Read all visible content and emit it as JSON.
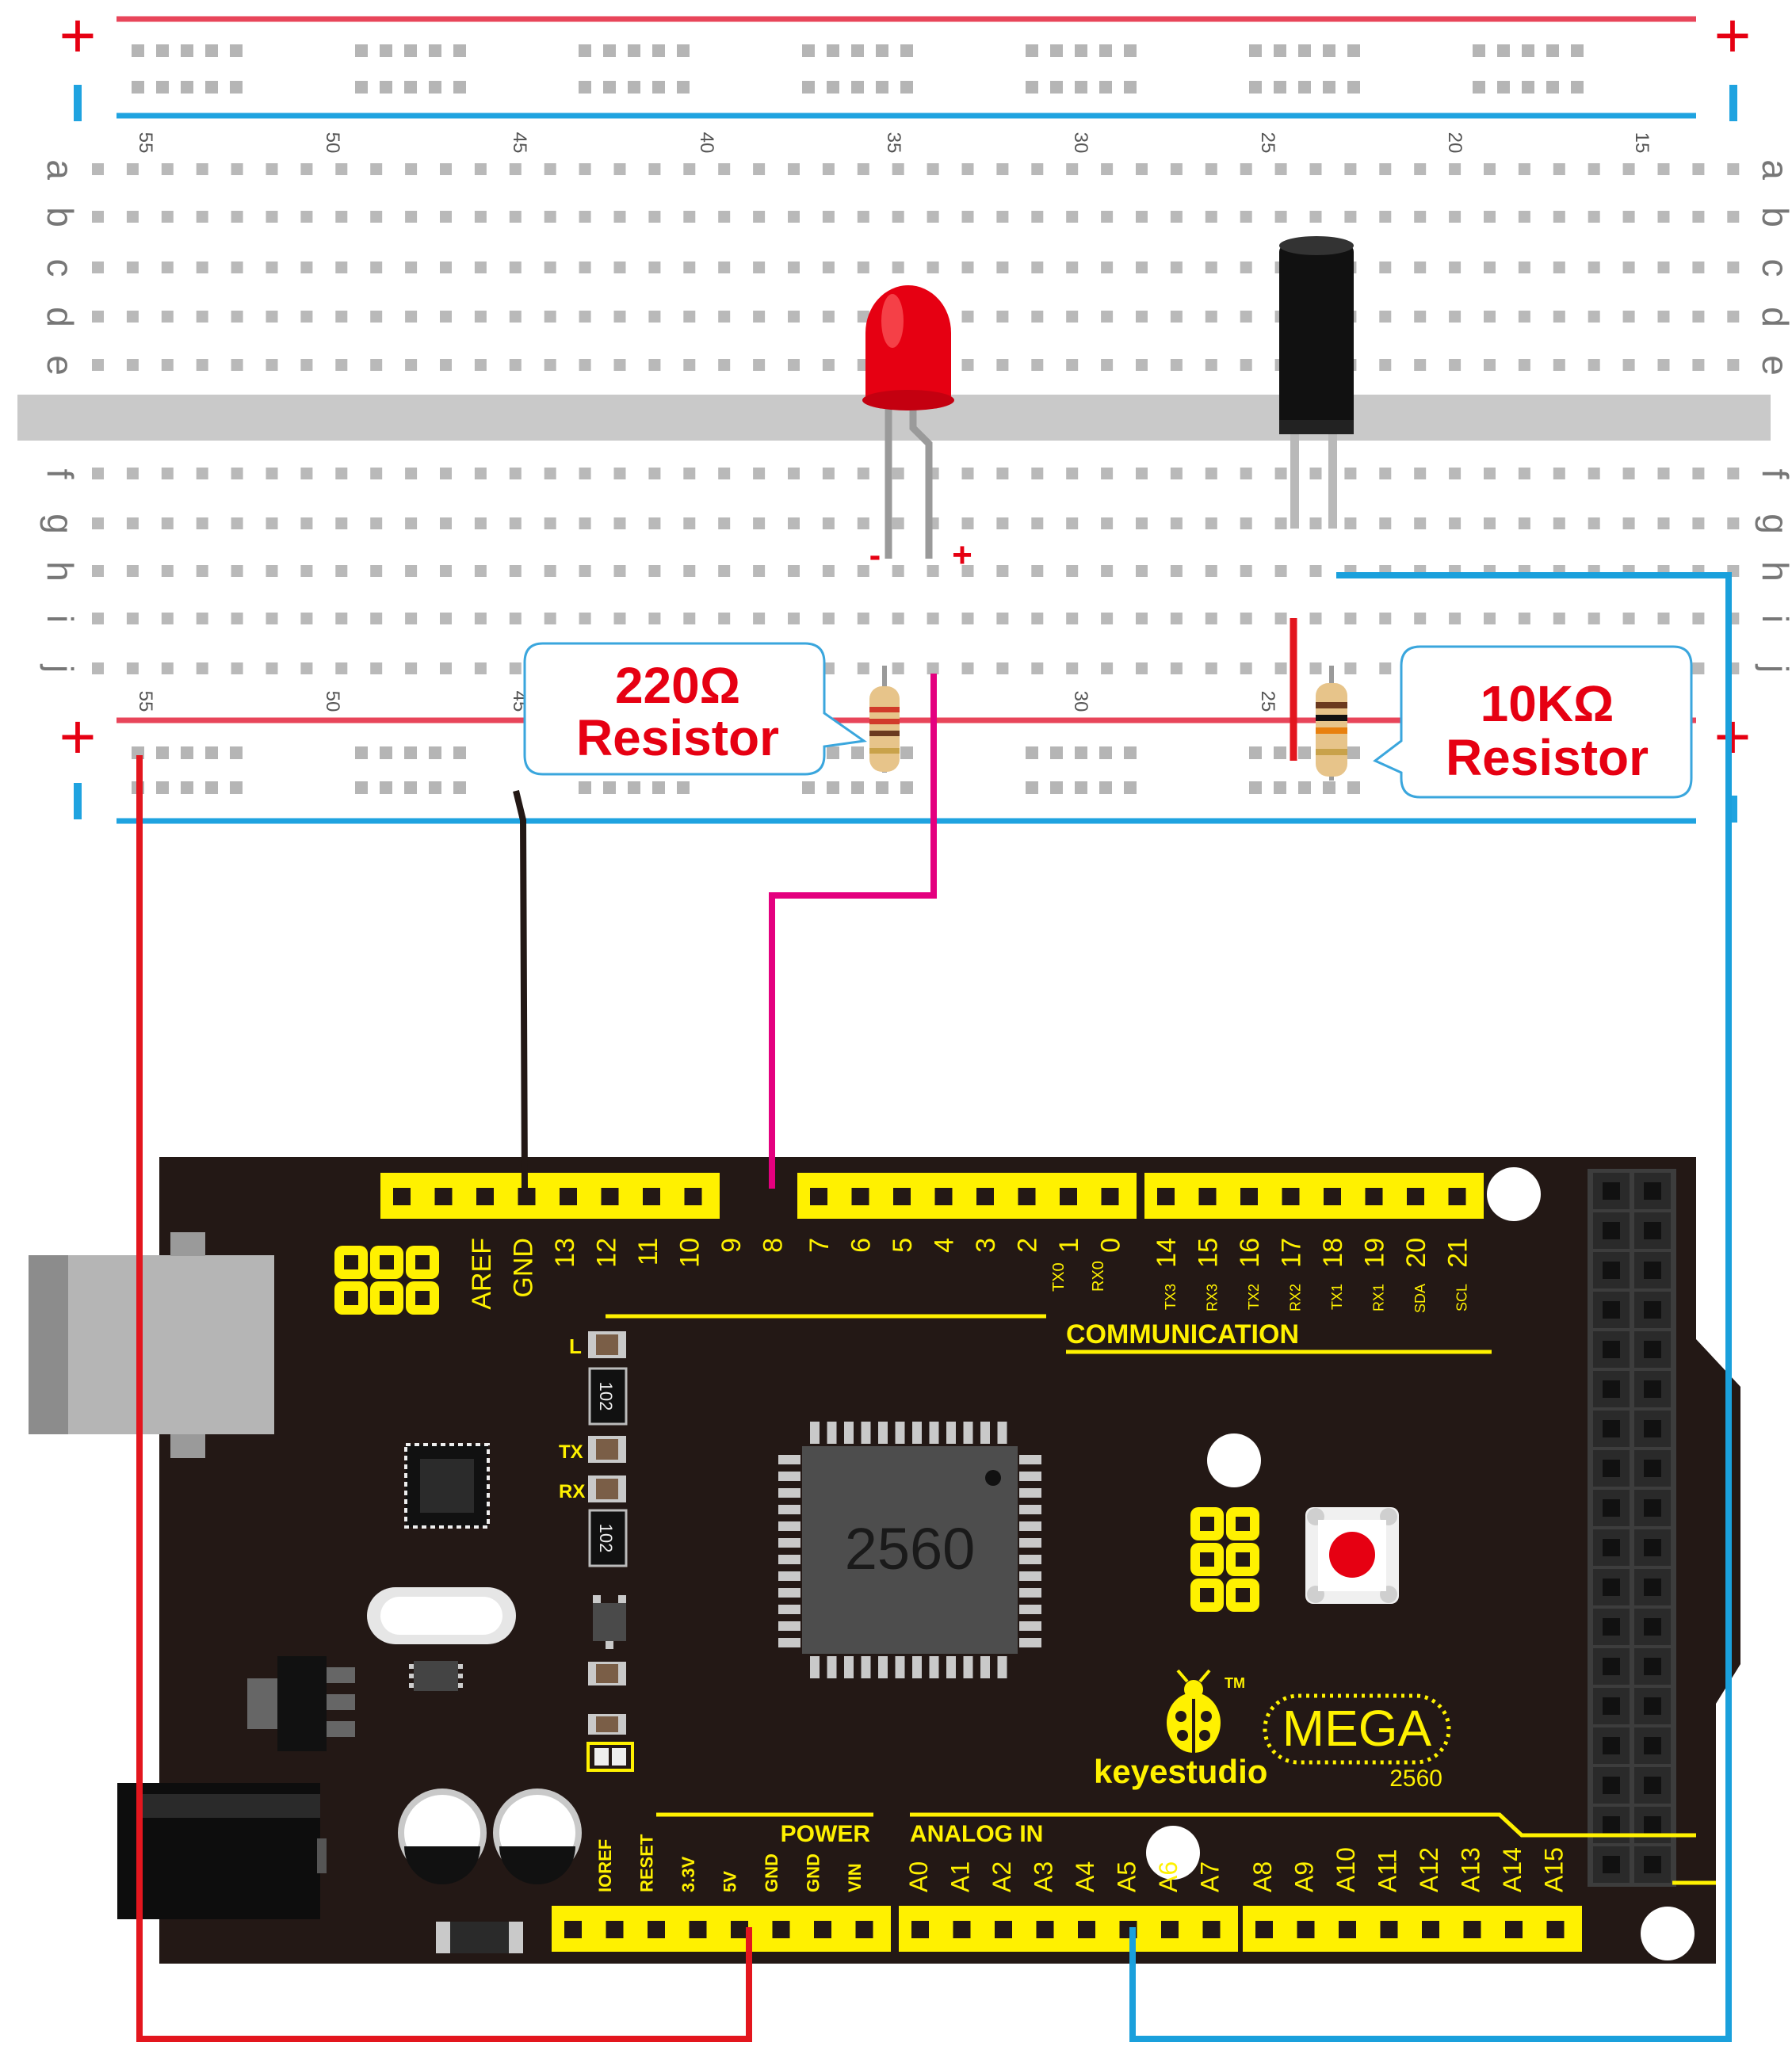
{
  "breadboard": {
    "rail_plus": "+",
    "rail_minus": "-",
    "rows_top": [
      "a",
      "b",
      "c",
      "d",
      "e"
    ],
    "rows_bottom": [
      "f",
      "g",
      "h",
      "i",
      "j"
    ],
    "column_numbers": [
      "55",
      "50",
      "45",
      "40",
      "35",
      "30",
      "25",
      "20",
      "15"
    ],
    "column_numbers_lower": [
      "55",
      "50",
      "45",
      "30",
      "25"
    ],
    "led_minus": "-",
    "led_plus": "+"
  },
  "callouts": {
    "resistor_220": {
      "line1": "220Ω",
      "line2": "Resistor"
    },
    "resistor_10k": {
      "line1": "10KΩ",
      "line2": "Resistor"
    }
  },
  "board": {
    "top_header_labels": [
      "AREF",
      "GND",
      "13",
      "12",
      "11",
      "10",
      "9",
      "8"
    ],
    "pwm_header_labels": [
      "7",
      "6",
      "5",
      "4",
      "3",
      "2",
      "1",
      "0"
    ],
    "tx0": "TX0",
    "rx0": "RX0",
    "comm_numbers": [
      "14",
      "15",
      "16",
      "17",
      "18",
      "19",
      "20",
      "21"
    ],
    "comm_sub": [
      "TX3",
      "RX3",
      "TX2",
      "RX2",
      "TX1",
      "RX1",
      "SDA",
      "SCL"
    ],
    "communication_label": "COMMUNICATION",
    "led_labels": {
      "l": "L",
      "tx": "TX",
      "rx": "RX"
    },
    "resistor_code": "102",
    "chip_label": "2560",
    "brand": "keyestudio",
    "trademark": "TM",
    "model": "MEGA",
    "model_sub": "2560",
    "power_title": "POWER",
    "power_pins": [
      "IOREF",
      "RESET",
      "3.3V",
      "5V",
      "GND",
      "GND",
      "VIN"
    ],
    "analog_title": "ANALOG IN",
    "analog_pins": [
      "A0",
      "A1",
      "A2",
      "A3",
      "A4",
      "A5",
      "A6",
      "A7"
    ],
    "analog_pins_high": [
      "A8",
      "A9",
      "A10",
      "A11",
      "A12",
      "A13",
      "A14",
      "A15"
    ]
  },
  "colors": {
    "rail_red": "#e8455a",
    "rail_blue": "#1fa3e0",
    "wire_red": "#e3161e",
    "wire_black": "#231815",
    "wire_pink": "#e4007f",
    "wire_blue": "#1aa0dc",
    "header_yellow": "#fff100",
    "board": "#231815"
  },
  "icons": [
    "ladybug-logo-icon",
    "usb-connector-icon",
    "dc-jack-icon",
    "reset-button-icon",
    "led-icon",
    "photo-sensor-icon"
  ]
}
